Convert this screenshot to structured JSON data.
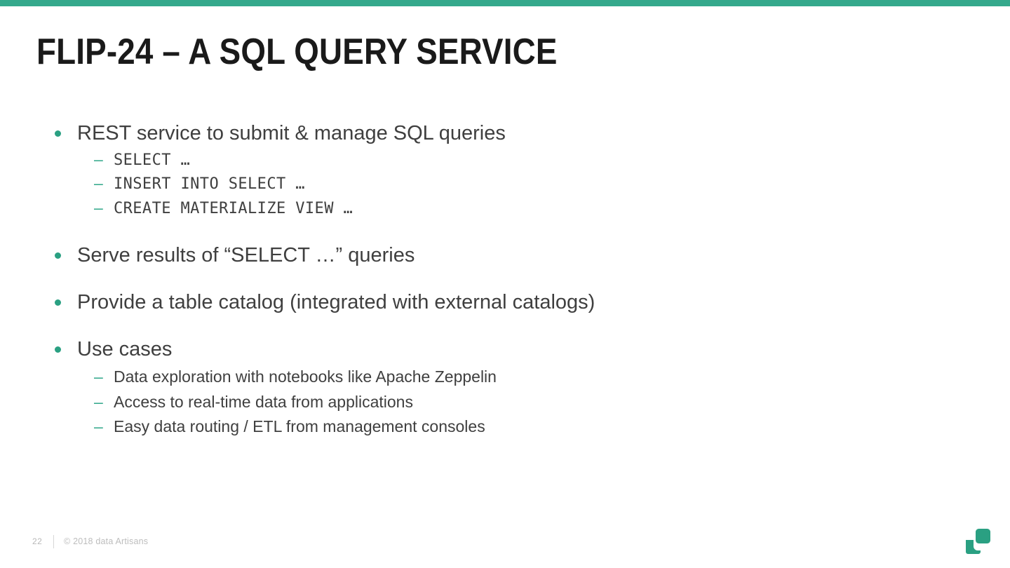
{
  "theme": {
    "accent": "#35a98c",
    "accent_dark": "#2aa082",
    "body_text": "#3f3f3f",
    "title_text": "#1a1a1a",
    "background": "#ffffff",
    "footer_text": "#bdbdbd"
  },
  "title": "FLIP-24 – A SQL QUERY SERVICE",
  "content": {
    "blocks": [
      {
        "bullet": "REST service to submit & manage SQL queries",
        "sub_style": "mono",
        "subs": [
          "SELECT …",
          "INSERT INTO SELECT …",
          "CREATE MATERIALIZE VIEW …"
        ]
      },
      {
        "bullet": "Serve results of “SELECT …” queries",
        "sub_style": "prose",
        "subs": []
      },
      {
        "bullet": "Provide a table catalog (integrated with external catalogs)",
        "sub_style": "prose",
        "subs": []
      },
      {
        "bullet": "Use cases",
        "sub_style": "prose",
        "subs": [
          "Data exploration with notebooks like Apache Zeppelin",
          "Access to real-time data from applications",
          "Easy data routing / ETL from management consoles"
        ]
      }
    ]
  },
  "footer": {
    "page_number": "22",
    "copyright": "© 2018 data Artisans"
  },
  "logo": {
    "name": "data-artisans-logo",
    "color": "#2aa082"
  },
  "bullet_glyphs": {
    "level1": "•",
    "level2": "–"
  }
}
